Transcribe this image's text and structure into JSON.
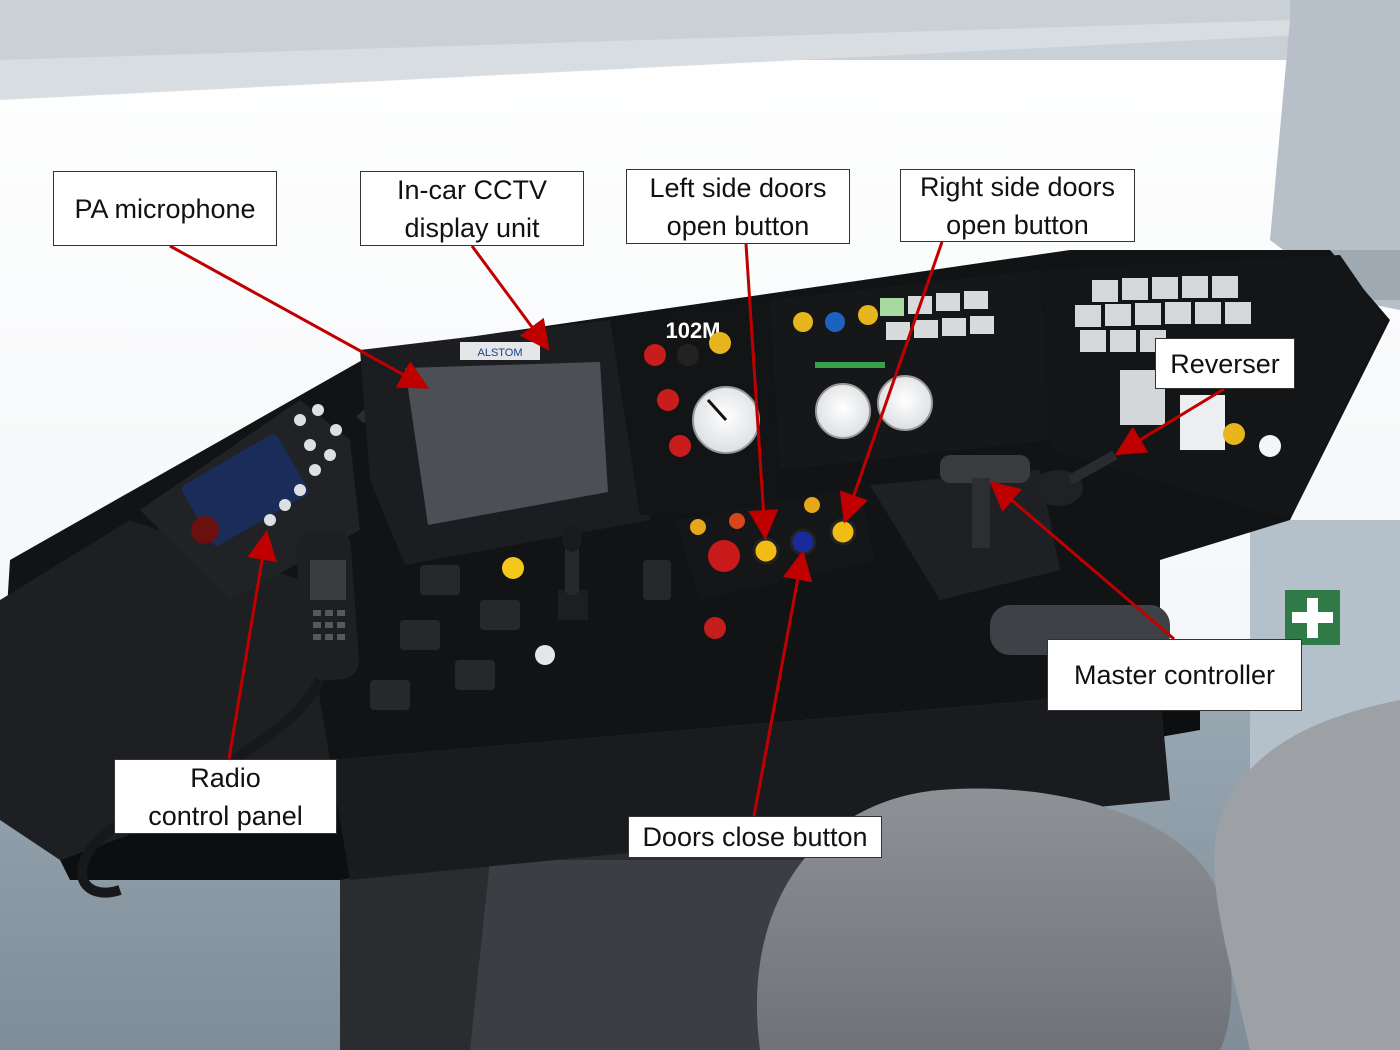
{
  "image": {
    "subject": "train driver cab control desk",
    "accent_arrow_color": "#c00000",
    "label_background": "#ffffff",
    "label_border": "#333333"
  },
  "unit_number": "102M",
  "brand_plate": "ALSTOM",
  "callouts": {
    "pa_microphone": "PA microphone",
    "cctv_display": "In-car CCTV\ndisplay unit",
    "left_doors_open": "Left side doors\nopen button",
    "right_doors_open": "Right side doors\nopen button",
    "reverser": "Reverser",
    "master_controller": "Master controller",
    "radio_control_panel": "Radio\ncontrol panel",
    "doors_close": "Doors close button"
  }
}
